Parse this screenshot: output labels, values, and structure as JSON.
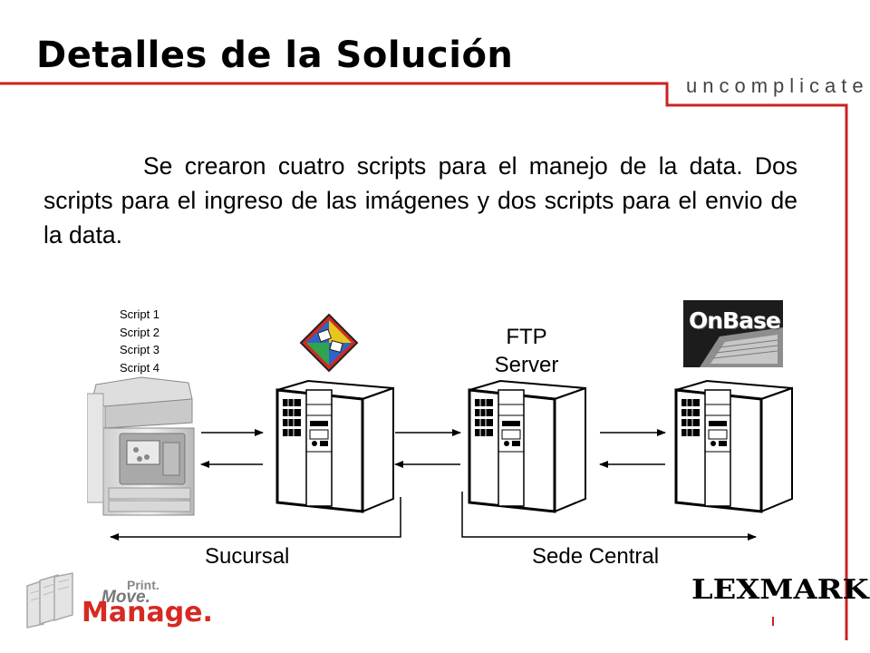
{
  "slide": {
    "title": "Detalles de la Solución",
    "tagline": "uncomplicate",
    "body": "Se crearon cuatro scripts para el manejo de la data.  Dos scripts para el ingreso de las imágenes y dos scripts para el envio de la data."
  },
  "diagram": {
    "scripts": [
      "Script 1",
      "Script 2",
      "Script 3",
      "Script 4"
    ],
    "ftp_label_line1": "FTP",
    "ftp_label_line2": "Server",
    "onbase_logo_text": "OnBase",
    "left_zone_label": "Sucursal",
    "right_zone_label": "Sede Central"
  },
  "footer": {
    "pmm_print": "Print.",
    "pmm_move": "Move.",
    "pmm_manage": "Manage.",
    "brand": "LEXMARK"
  },
  "colors": {
    "accent_red": "#d62a22",
    "frame_line": "#cc2222"
  }
}
